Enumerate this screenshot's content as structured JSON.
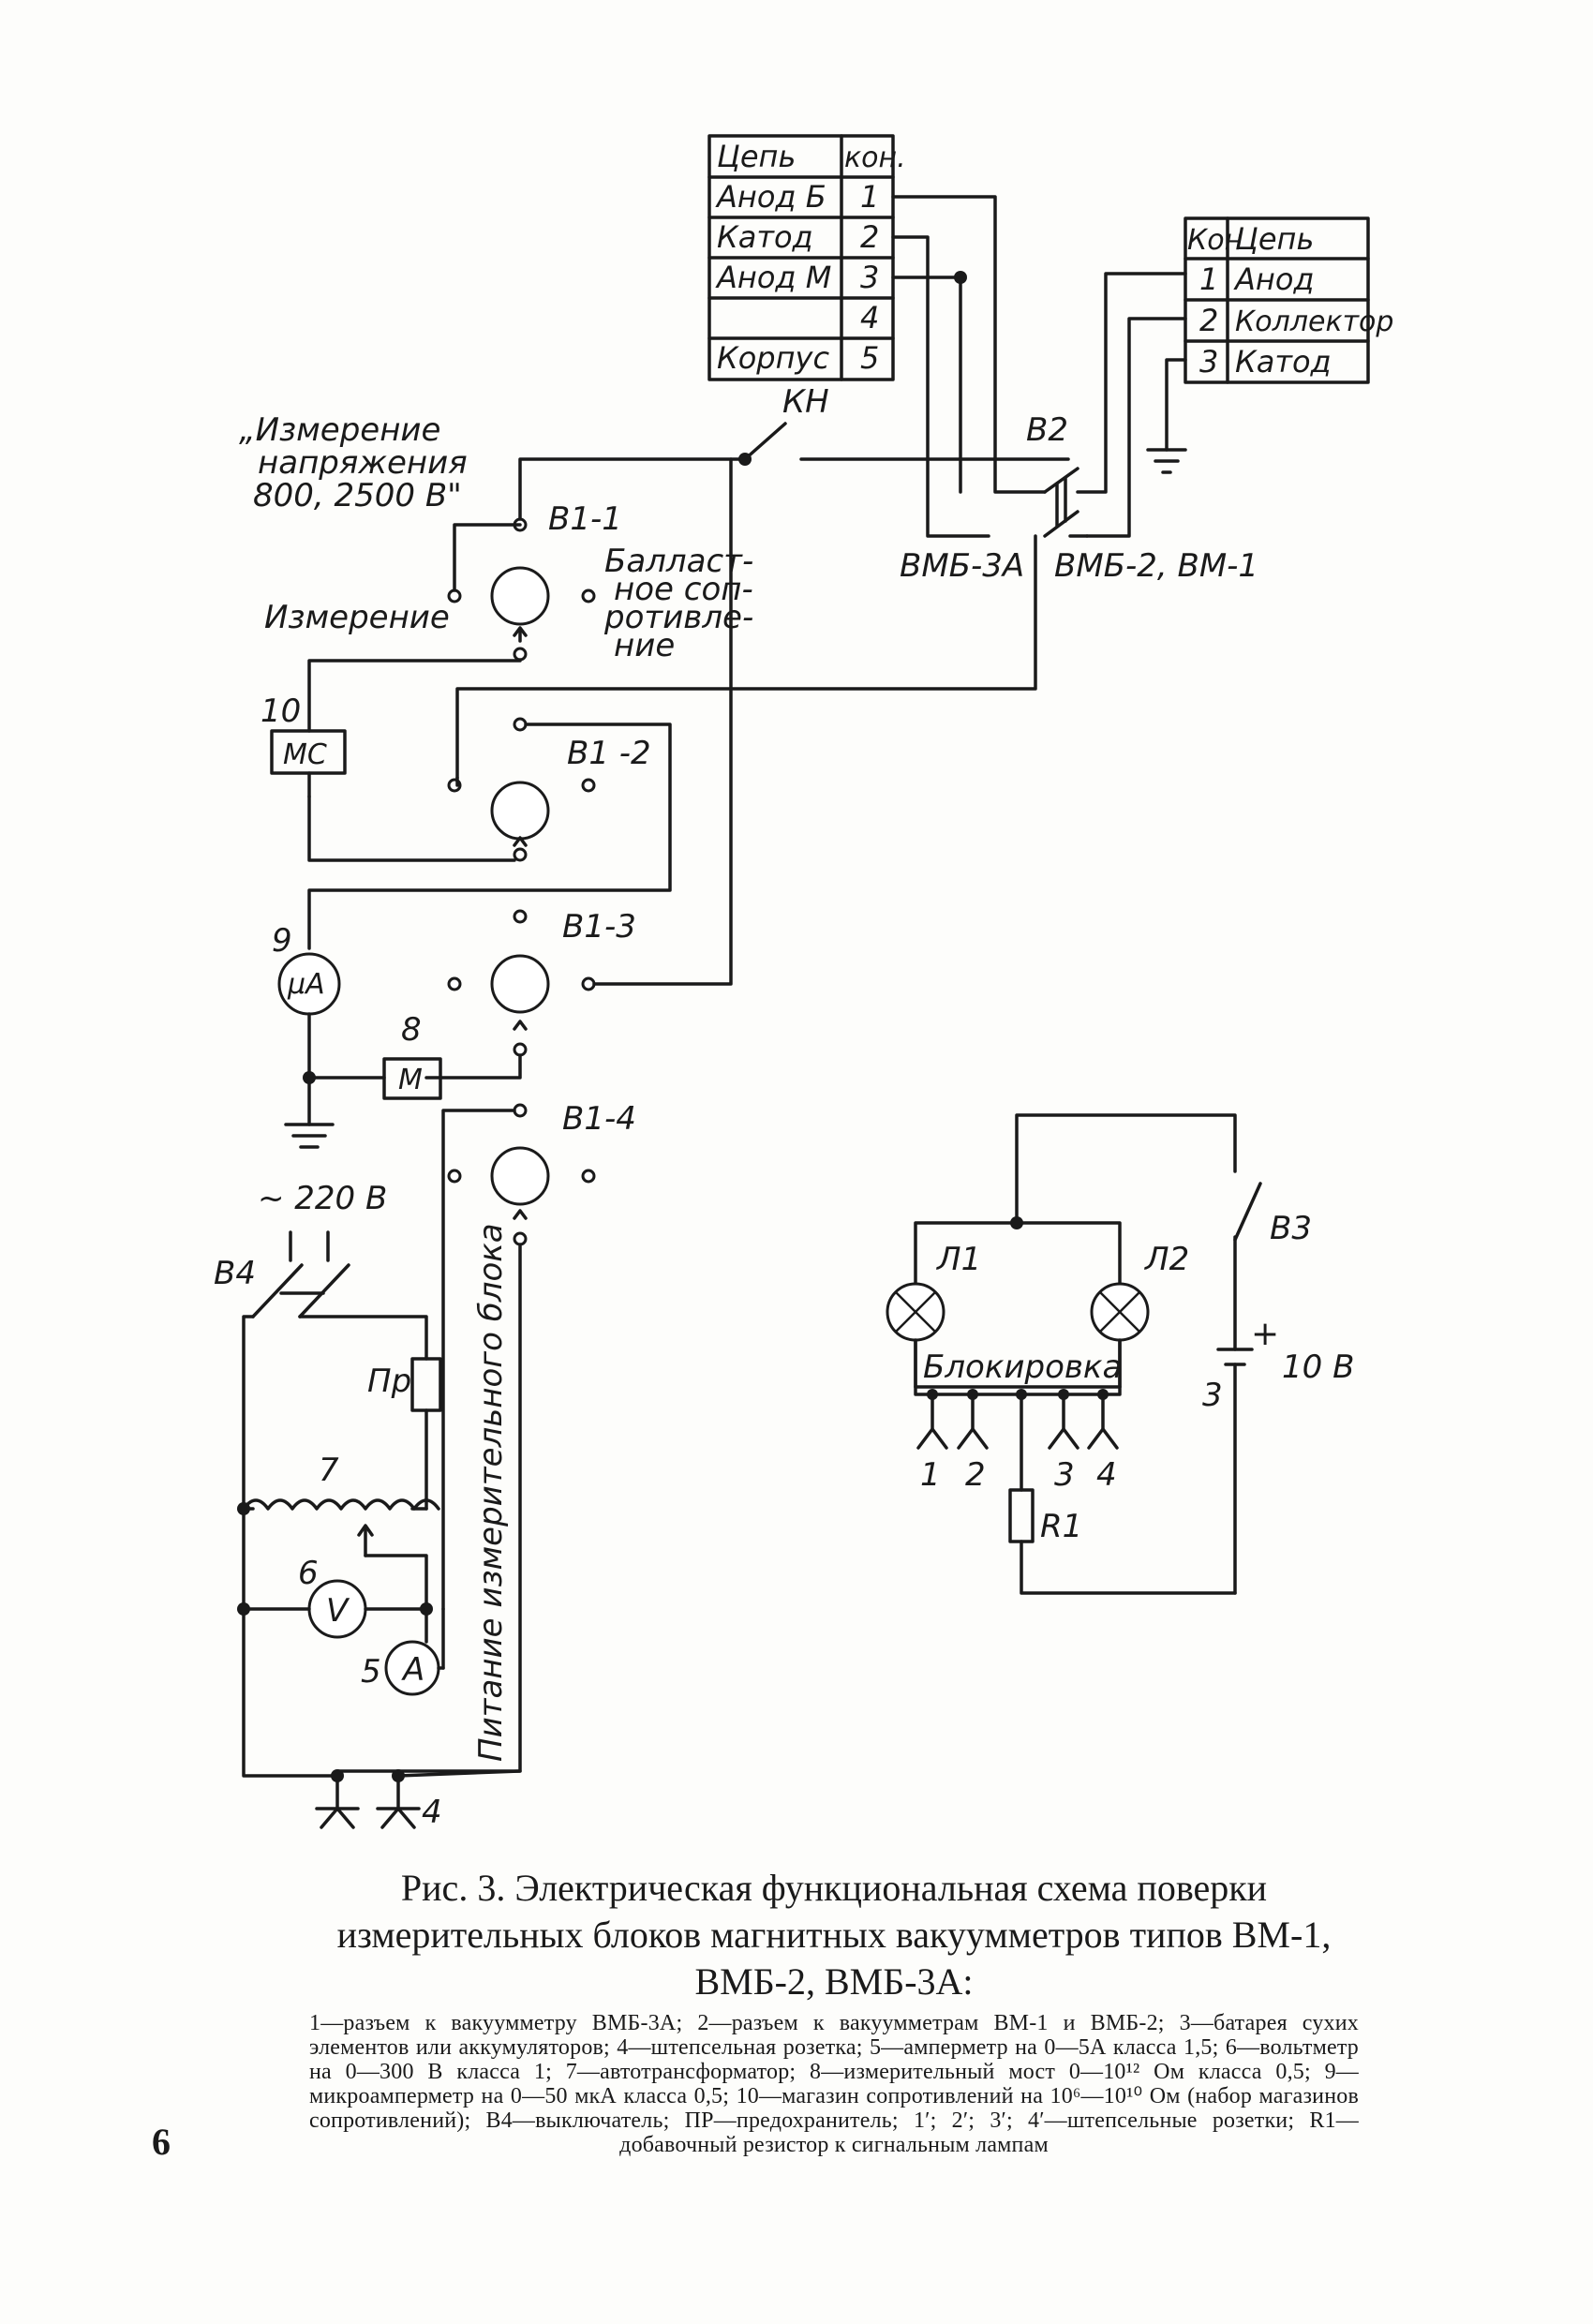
{
  "figure": {
    "caption_title": "Рис. 3. Электрическая функциональная схема поверки измерительных блоков магнитных вакуумметров типов ВМ-1, ВМБ-2, ВМБ-3А:",
    "caption_legend": "1—разъем к вакуумметру ВМБ-3А; 2—разъем к вакуумметрам ВМ-1 и ВМБ-2; 3—батарея сухих элементов или аккумуляторов; 4—штепсельная розетка; 5—амперметр на 0—5А класса 1,5; 6—вольтметр на 0—300 В класса 1; 7—автотрансформатор; 8—измерительный мост 0—10¹² Ом класса 0,5; 9—микроамперметр на 0—50 мкА класса 0,5; 10—магазин сопротивлений на 10⁶—10¹⁰ Ом (набор магазинов сопротивлений); В4—выключатель; ПР—предохранитель; 1′; 2′; 3′; 4′—штепсельные розетки; R1—добавочный резистор к сигнальным лампам",
    "page_number": "6"
  },
  "table_left": {
    "headers": [
      "Цепь",
      "кон."
    ],
    "rows": [
      [
        "Анод Б",
        "1"
      ],
      [
        "Катод",
        "2"
      ],
      [
        "Анод М",
        "3"
      ],
      [
        "",
        "4"
      ],
      [
        "Корпус",
        "5"
      ]
    ]
  },
  "table_right": {
    "headers": [
      "Кон",
      "Цепь"
    ],
    "rows": [
      [
        "1",
        "Анод"
      ],
      [
        "2",
        "Коллектор"
      ],
      [
        "3",
        "Катод"
      ]
    ]
  },
  "labels": {
    "measure_voltage": [
      "„Измерение",
      "напряжения",
      "800, 2500 В\""
    ],
    "kn": "КН",
    "v2": "В2",
    "vmb3a": "ВМБ-3А",
    "vmb2_vm1": "ВМБ-2,  ВМ-1",
    "v1_1": "В1-1",
    "v1_2": "В1 -2",
    "v1_3": "В1-3",
    "v1_4": "В1-4",
    "ballast": [
      "Балласт-",
      "ное соп-",
      "ротивле-",
      "ние"
    ],
    "izmerenie": "Измерение",
    "n10": "10",
    "mc": "МС",
    "n9": "9",
    "ua": "μА",
    "n8": "8",
    "m": "М",
    "ac220": "~ 220 В",
    "v4": "В4",
    "pr": "Пр",
    "n7": "7",
    "n6": "6",
    "volt": "V",
    "n5": "5",
    "amp": "А",
    "n4": "4",
    "supply": "Питание измерительного блока",
    "l1": "Л1",
    "l2": "Л2",
    "v3": "В3",
    "plus": "+",
    "v10": "10 В",
    "n3": "3",
    "blokirovka": "Блокировка",
    "s1": "1",
    "s2": "2",
    "s3": "3",
    "s4": "4",
    "r1": "R1"
  }
}
